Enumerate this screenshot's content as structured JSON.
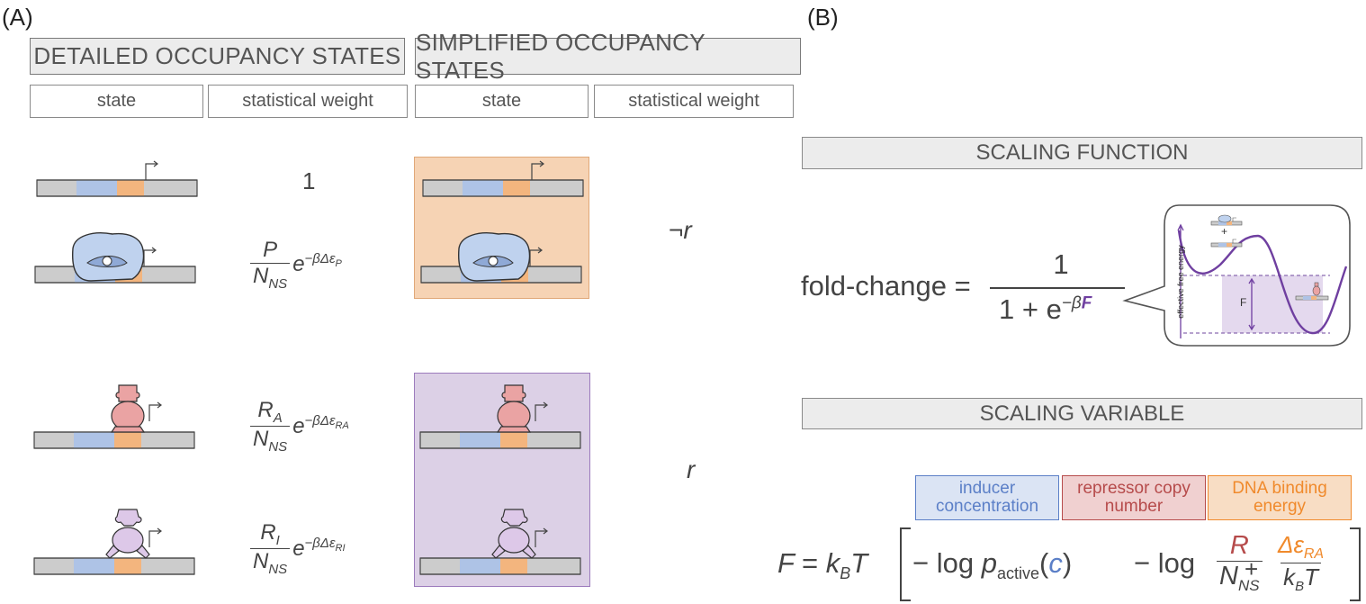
{
  "panel_a": {
    "label": "(A)",
    "detailed_header": "DETAILED OCCUPANCY STATES",
    "simplified_header": "SIMPLIFIED OCCUPANCY STATES",
    "col_state": "state",
    "col_weight": "statistical weight",
    "weights": {
      "empty": "1",
      "p_num": "P",
      "n_ns": "N",
      "ns_sub": "NS",
      "exp_e": "e",
      "exp_p": "−βΔε",
      "exp_p_sub": "P",
      "ra_num": "R",
      "ra_sub": "A",
      "exp_ra": "−βΔε",
      "exp_ra_sub": "RA",
      "ri_num": "R",
      "ri_sub": "I",
      "exp_ri": "−βΔε",
      "exp_ri_sub": "RI"
    },
    "label_not_r": "¬r",
    "label_r": "r",
    "colors": {
      "orange_box": "#f6d3b4",
      "purple_box": "#dcd0e6",
      "promoter": "#f3b57e",
      "operator": "#aec3e6",
      "dna": "#cccccc"
    }
  },
  "panel_b": {
    "label": "(B)",
    "scaling_function": "SCALING FUNCTION",
    "scaling_variable": "SCALING VARIABLE",
    "fold_change": "fold-change =",
    "one": "1",
    "denom_prefix": "1 + e",
    "denom_exp": "−β",
    "denom_F": "F",
    "inset_ylabel": "effective free energy",
    "inset_F": "F",
    "inset_plus": "+",
    "tag_inducer": "inducer concentration",
    "tag_repressor": "repressor copy number",
    "tag_dna": "DNA binding energy",
    "F_eq": {
      "F": "F",
      "eq": "=",
      "k": "k",
      "k_sub": "B",
      "T": "T",
      "minus1": "−",
      "log1": "log",
      "p": "p",
      "p_sub": "active",
      "paren_open": "(",
      "c": "c",
      "paren_close": ")",
      "minus2": "−",
      "log2": "log",
      "R": "R",
      "N": "N",
      "N_sub": "NS",
      "plus": "+",
      "de": "Δε",
      "de_sub": "RA",
      "kb": "k",
      "kb_sub": "B",
      "kbT": "T"
    },
    "colors": {
      "inducer": "#5b7fc7",
      "repressor": "#b64b4b",
      "dna": "#f08a2c",
      "purple": "#6f3fa0"
    }
  }
}
